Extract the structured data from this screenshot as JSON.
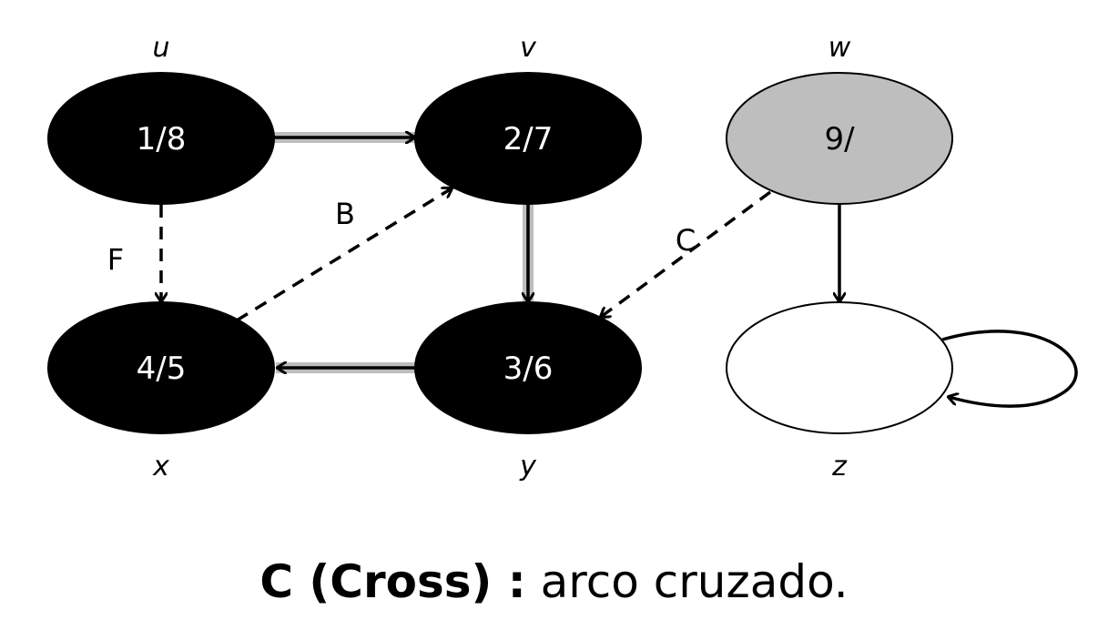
{
  "colors": {
    "black": "#000000",
    "gray": "#bebebe",
    "white": "#ffffff",
    "tree_highlight": "#bdbdbd"
  },
  "nodes": {
    "u": {
      "name": "u",
      "value": "1/8",
      "state": "black"
    },
    "v": {
      "name": "v",
      "value": "2/7",
      "state": "black"
    },
    "w": {
      "name": "w",
      "value": "9/",
      "state": "gray"
    },
    "x": {
      "name": "x",
      "value": "4/5",
      "state": "black"
    },
    "y": {
      "name": "y",
      "value": "3/6",
      "state": "black"
    },
    "z": {
      "name": "z",
      "value": "",
      "state": "white"
    }
  },
  "edges": {
    "u_v": {
      "from": "u",
      "to": "v",
      "kind": "tree",
      "label": ""
    },
    "u_x": {
      "from": "u",
      "to": "x",
      "kind": "forward",
      "label": "F"
    },
    "x_v": {
      "from": "x",
      "to": "v",
      "kind": "back",
      "label": "B"
    },
    "v_y": {
      "from": "v",
      "to": "y",
      "kind": "tree",
      "label": ""
    },
    "y_x": {
      "from": "y",
      "to": "x",
      "kind": "tree",
      "label": ""
    },
    "w_y": {
      "from": "w",
      "to": "y",
      "kind": "cross",
      "label": "C"
    },
    "w_z": {
      "from": "w",
      "to": "z",
      "kind": "plain",
      "label": ""
    },
    "z_z": {
      "from": "z",
      "to": "z",
      "kind": "self-loop",
      "label": ""
    }
  },
  "caption": {
    "bold": "C (Cross) :",
    "normal": " arco cruzado."
  }
}
